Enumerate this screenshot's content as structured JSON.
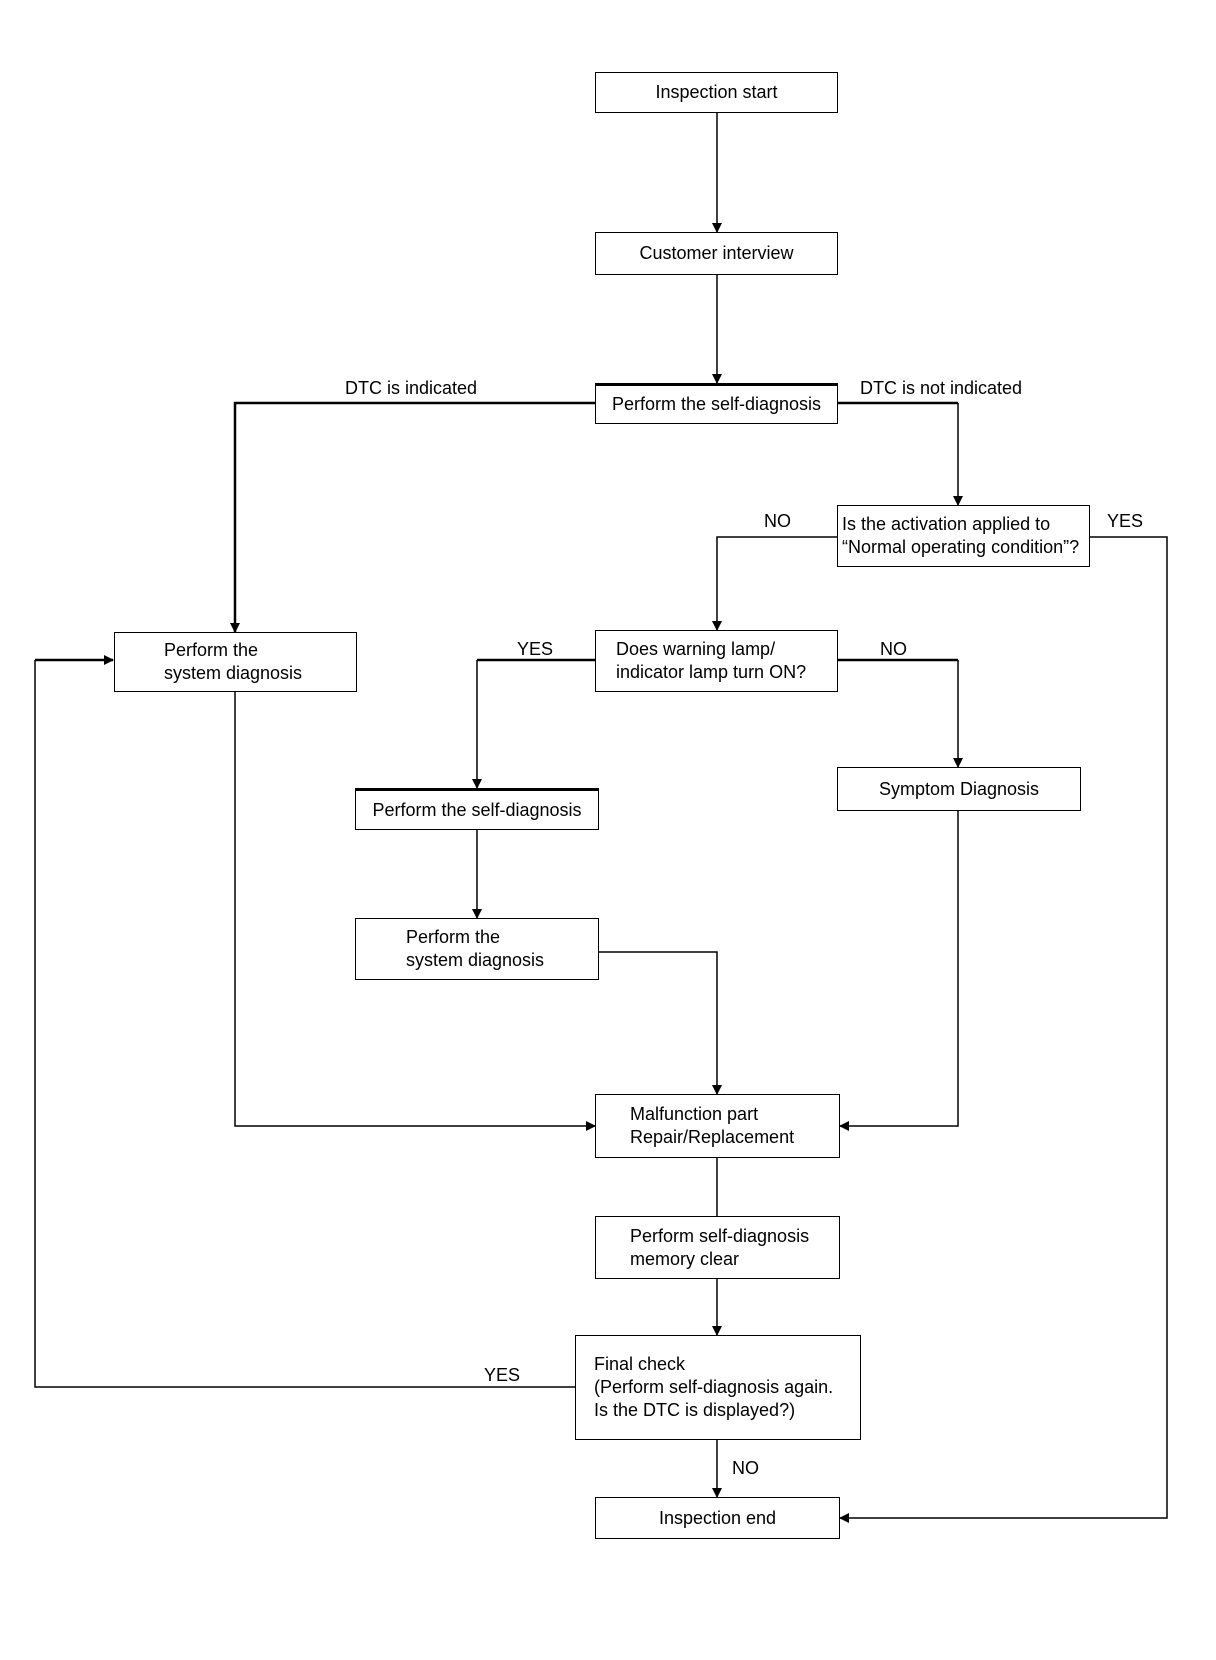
{
  "nodes": {
    "inspection_start": "Inspection start",
    "customer_interview": "Customer interview",
    "self_diagnosis_1": "Perform the self-diagnosis",
    "activation_question": "Is the activation applied to\n“Normal operating condition”?",
    "system_diagnosis_left": "Perform the\nsystem diagnosis",
    "warning_lamp_question": "Does warning lamp/\nindicator lamp turn ON?",
    "self_diagnosis_2": "Perform the self-diagnosis",
    "symptom_diagnosis": "Symptom Diagnosis",
    "system_diagnosis_mid": "Perform the\nsystem diagnosis",
    "malfunction_repair": "Malfunction part\nRepair/Replacement",
    "memory_clear": "Perform self-diagnosis\nmemory clear",
    "final_check": "Final check\n(Perform self-diagnosis again.\nIs the DTC is displayed?)",
    "inspection_end": "Inspection end"
  },
  "edge_labels": {
    "dtc_indicated": "DTC is indicated",
    "dtc_not_indicated": "DTC is not indicated",
    "activation_no": "NO",
    "activation_yes": "YES",
    "lamp_yes": "YES",
    "lamp_no": "NO",
    "final_yes": "YES",
    "final_no": "NO"
  }
}
